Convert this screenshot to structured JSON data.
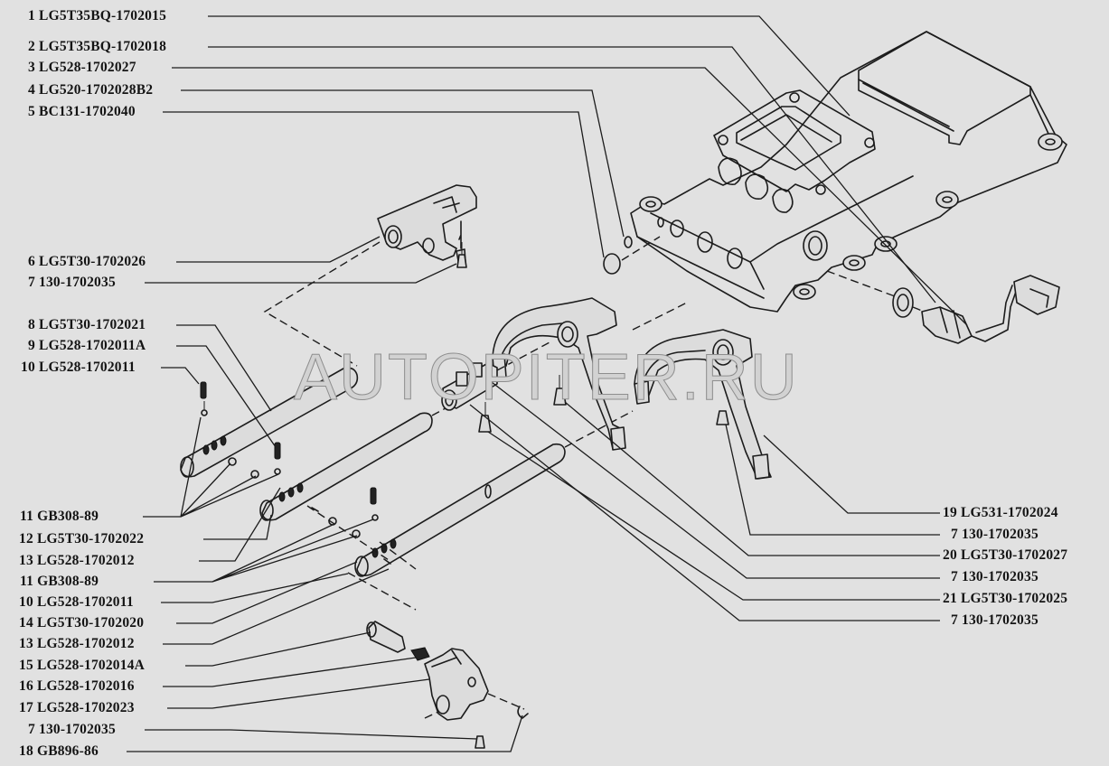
{
  "diagram": {
    "title": "Gearshift housing and shift rail assembly - exploded view",
    "watermark": "AUTOPITER.RU",
    "background_color": "#e1e1e1",
    "line_color": "#1c1c1c",
    "left_callouts": [
      {
        "num": "1",
        "part": "LG5T35BQ-1702015"
      },
      {
        "num": "2",
        "part": "LG5T35BQ-1702018"
      },
      {
        "num": "3",
        "part": "LG528-1702027"
      },
      {
        "num": "4",
        "part": "LG520-1702028B2"
      },
      {
        "num": "5",
        "part": "BC131-1702040"
      },
      {
        "num": "6",
        "part": "LG5T30-1702026"
      },
      {
        "num": "7",
        "part": "130-1702035"
      },
      {
        "num": "8",
        "part": "LG5T30-1702021"
      },
      {
        "num": "9",
        "part": "LG528-1702011A"
      },
      {
        "num": "10",
        "part": "LG528-1702011"
      },
      {
        "num": "11",
        "part": "GB308-89"
      },
      {
        "num": "12",
        "part": "LG5T30-1702022"
      },
      {
        "num": "13",
        "part": "LG528-1702012"
      },
      {
        "num": "11",
        "part": "GB308-89"
      },
      {
        "num": "10",
        "part": "LG528-1702011"
      },
      {
        "num": "14",
        "part": "LG5T30-1702020"
      },
      {
        "num": "13",
        "part": "LG528-1702012"
      },
      {
        "num": "15",
        "part": "LG528-1702014A"
      },
      {
        "num": "16",
        "part": "LG528-1702016"
      },
      {
        "num": "17",
        "part": "LG528-1702023"
      },
      {
        "num": "7",
        "part": "130-1702035"
      },
      {
        "num": "18",
        "part": "GB896-86"
      }
    ],
    "right_callouts": [
      {
        "num": "19",
        "part": "LG531-1702024"
      },
      {
        "num": "7",
        "part": "130-1702035"
      },
      {
        "num": "20",
        "part": "LG5T30-1702027"
      },
      {
        "num": "7",
        "part": "130-1702035"
      },
      {
        "num": "21",
        "part": "LG5T30-1702025"
      },
      {
        "num": "7",
        "part": "130-1702035"
      }
    ]
  }
}
